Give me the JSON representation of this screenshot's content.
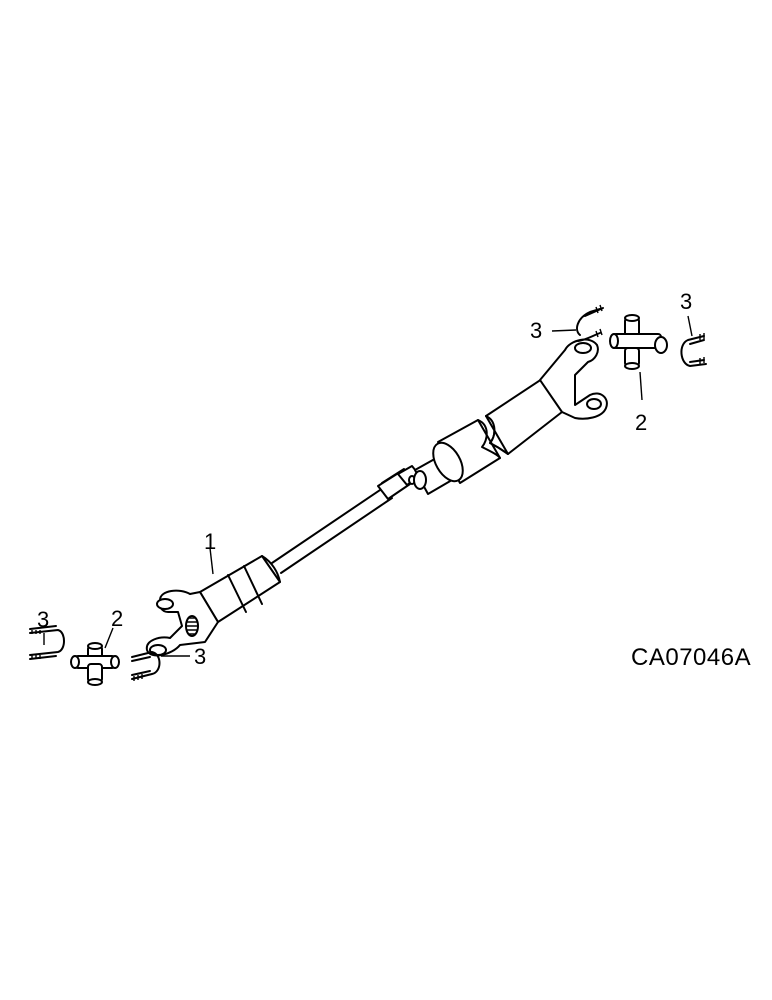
{
  "diagram": {
    "reference_code": "CA07046A",
    "callouts": {
      "shaft": "1",
      "cross_bearing_left": "2",
      "cross_bearing_right": "2",
      "u_bolt_left_top": "3",
      "u_bolt_left_bottom": "3",
      "u_bolt_right_top": "3",
      "u_bolt_right_far": "3"
    }
  },
  "colors": {
    "ink": "#000000",
    "paper": "#ffffff"
  }
}
